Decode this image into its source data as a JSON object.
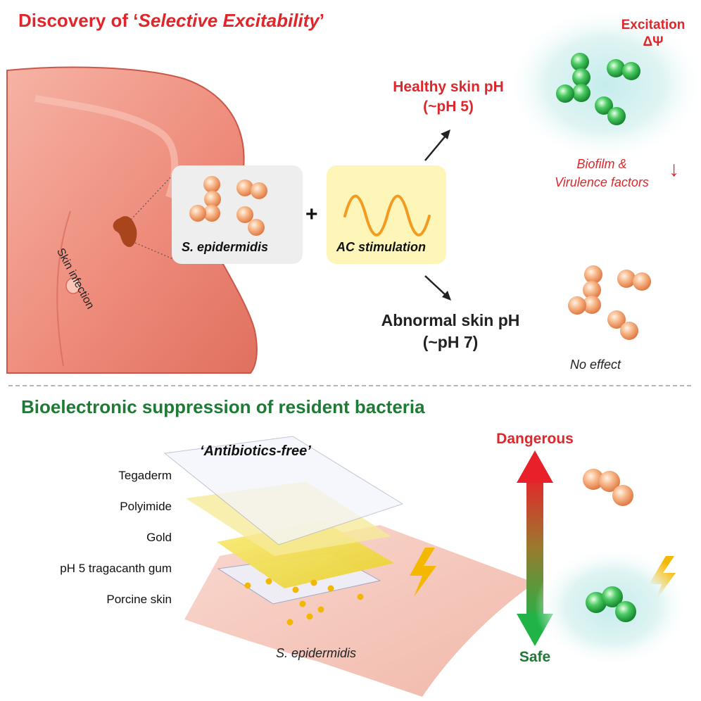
{
  "header": {
    "title_prefix": "Discovery of ‘",
    "title_emph": "Selective Excitability",
    "title_suffix": "’"
  },
  "arm": {
    "infection_label": "Skin infection"
  },
  "bacteria_panel": {
    "label": "S. epidermidis"
  },
  "operator": {
    "plus": "+"
  },
  "stimulus_panel": {
    "label": "AC stimulation"
  },
  "healthy": {
    "line1": "Healthy skin pH",
    "line2": "(~pH 5)"
  },
  "abnormal": {
    "line1": "Abnormal skin pH",
    "line2": "(~pH 7)"
  },
  "excitation": {
    "line1": "Excitation",
    "line2": "ΔΨ"
  },
  "biofilm": {
    "line1": "Biofilm &",
    "line2": "Virulence factors",
    "arrow": "↓"
  },
  "no_effect": {
    "label": "No effect"
  },
  "section2": {
    "title": "Bioelectronic suppression of resident bacteria"
  },
  "device": {
    "tagline": "‘Antibiotics-free’",
    "layers": [
      "Tegaderm",
      "Polyimide",
      "Gold",
      "pH 5 tragacanth gum",
      "Porcine skin"
    ],
    "bacteria_label": "S. epidermidis"
  },
  "scale": {
    "top_label": "Dangerous",
    "bottom_label": "Safe"
  },
  "colors": {
    "red": "#e0262a",
    "green": "#1e7a35",
    "bacteria_orange": "#f2a070",
    "bacteria_green": "#2eb04d",
    "bolt": "#f5b800"
  }
}
